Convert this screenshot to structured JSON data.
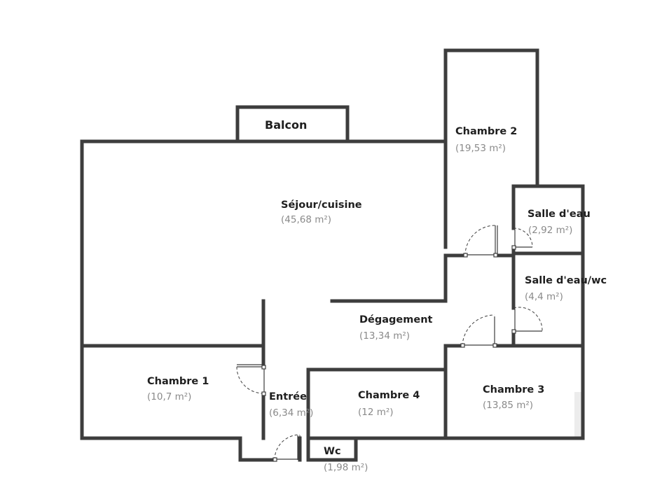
{
  "rooms": {
    "balcon": {
      "name": "Balcon"
    },
    "sejour": {
      "name": "Séjour/cuisine",
      "area": "(45,68 m²)"
    },
    "chambre2": {
      "name": "Chambre 2",
      "area": "(19,53 m²)"
    },
    "salle_eau": {
      "name": "Salle d'eau",
      "area": "(2,92 m²)"
    },
    "salle_eau_wc": {
      "name": "Salle d'eau/wc",
      "area": "(4,4 m²)"
    },
    "degagement": {
      "name": "Dégagement",
      "area": "(13,34 m²)"
    },
    "chambre1": {
      "name": "Chambre 1",
      "area": "(10,7 m²)"
    },
    "entree": {
      "name": "Entrée",
      "area": "(6,34 m²)"
    },
    "chambre4": {
      "name": "Chambre 4",
      "area": "(12 m²)"
    },
    "chambre3": {
      "name": "Chambre 3",
      "area": "(13,85 m²)"
    },
    "wc": {
      "name": "Wc",
      "area": "(1,98 m²)"
    }
  }
}
